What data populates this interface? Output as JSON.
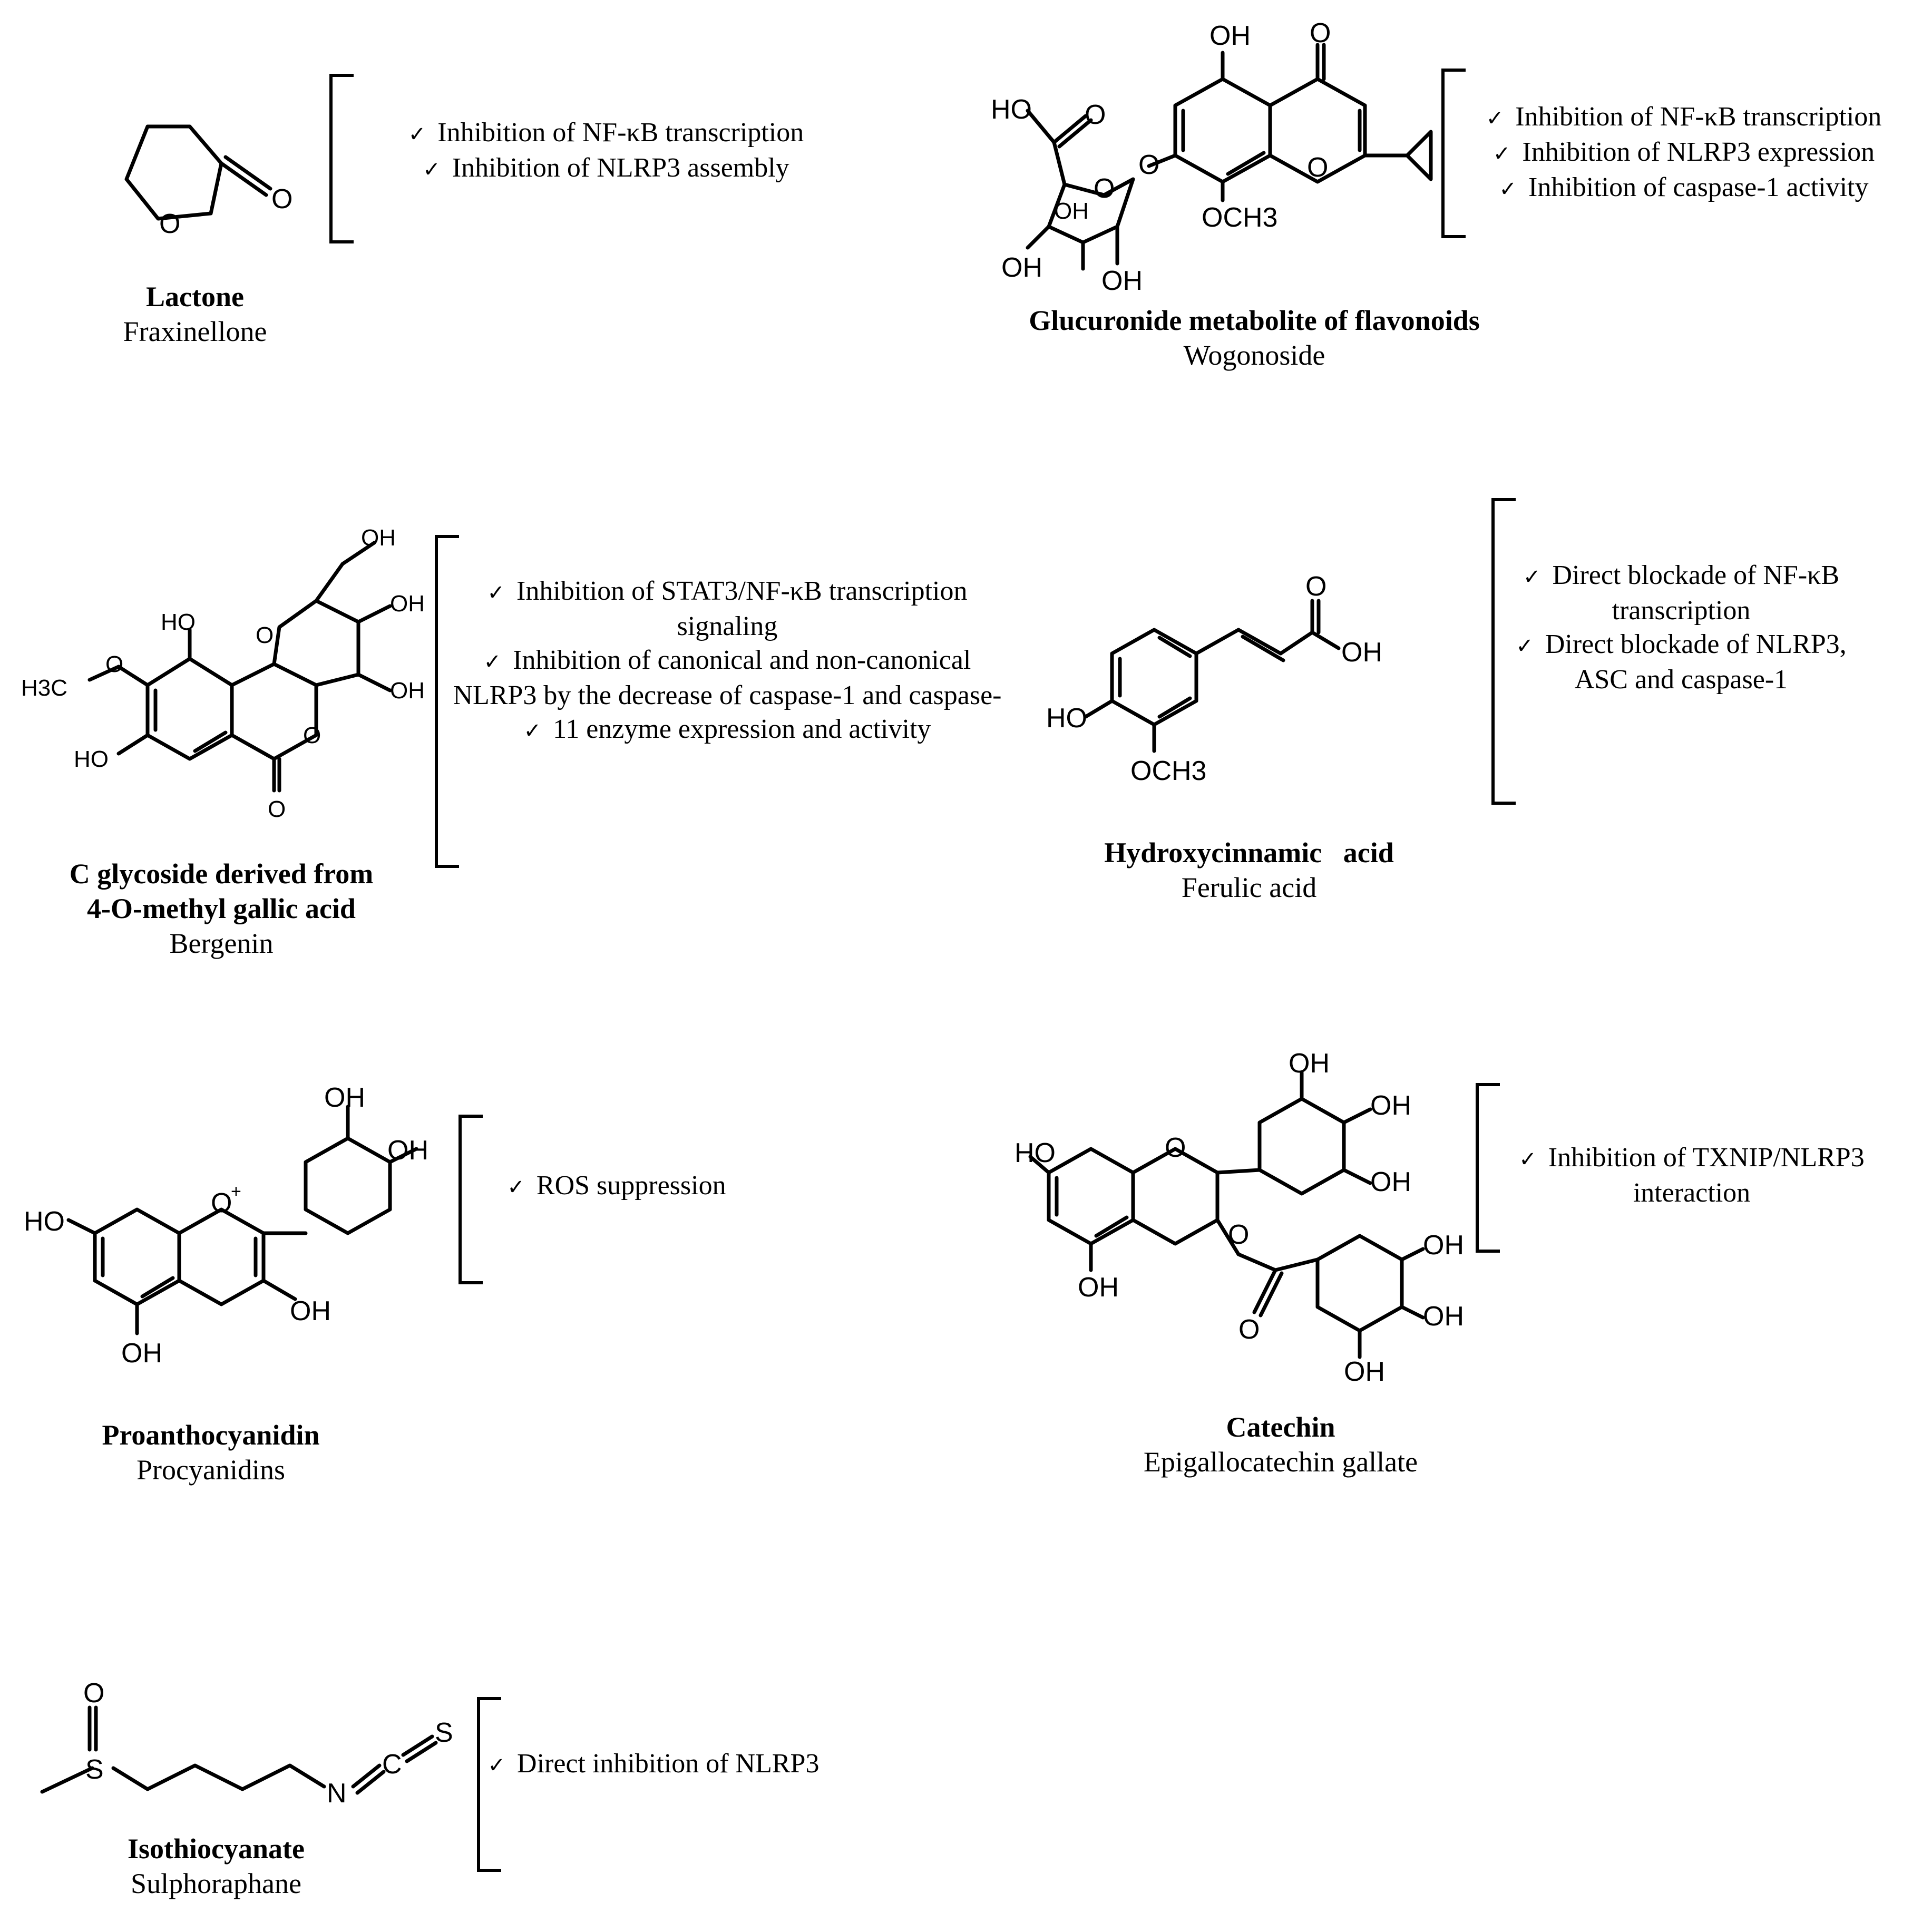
{
  "compounds": [
    {
      "class": "Lactone",
      "name": "Fraxinellone",
      "atoms": [
        "O",
        "O"
      ],
      "effects": [
        "Inhibition of NF-κB transcription",
        "Inhibition of NLRP3 assembly"
      ]
    },
    {
      "class": "Glucuronide metabolite of flavonoids",
      "name": "Wogonoside",
      "atoms": [
        "OH",
        "O",
        "HO",
        "O",
        "O",
        "O",
        "OH",
        "OCH3",
        "OH",
        "OH",
        "O"
      ],
      "effects": [
        "Inhibition of NF-κB transcription",
        "Inhibition of NLRP3 expression",
        "Inhibition of caspase-1 activity"
      ]
    },
    {
      "class_lines": [
        "C glycoside derived from",
        "4-O-methyl gallic acid"
      ],
      "name": "Bergenin",
      "atoms": [
        "OH",
        "OH",
        "HO",
        "O",
        "OH",
        "H3C",
        "O",
        "HO",
        "O",
        "O"
      ],
      "effects": [
        "Inhibition of STAT3/NF-κB transcription signaling",
        "Inhibition of canonical and non-canonical NLRP3 by the decrease of caspase-1 and caspase-",
        "11 enzyme expression and activity"
      ]
    },
    {
      "class": "Hydroxycinnamic   acid",
      "name": "Ferulic acid",
      "atoms": [
        "O",
        "OH",
        "HO",
        "OCH3"
      ],
      "effects": [
        "Direct blockade of NF-κB transcription",
        "Direct blockade of NLRP3, ASC and caspase-1"
      ]
    },
    {
      "class": "Proanthocyanidin",
      "name": "Procyanidins",
      "atoms": [
        "OH",
        "OH",
        "HO",
        "O",
        "+",
        "OH",
        "OH"
      ],
      "effects": [
        "ROS suppression"
      ]
    },
    {
      "class": "Catechin",
      "name": "Epigallocatechin gallate",
      "atoms": [
        "OH",
        "OH",
        "OH",
        "HO",
        "O",
        "O",
        "OH",
        "O",
        "OH",
        "OH",
        "OH"
      ],
      "effects": [
        "Inhibition of TXNIP/NLRP3 interaction"
      ]
    },
    {
      "class": "Isothiocyanate",
      "name": "Sulphoraphane",
      "atoms": [
        "O",
        "S",
        "N",
        "C",
        "S"
      ],
      "effects": [
        "Direct inhibition of NLRP3"
      ]
    }
  ]
}
